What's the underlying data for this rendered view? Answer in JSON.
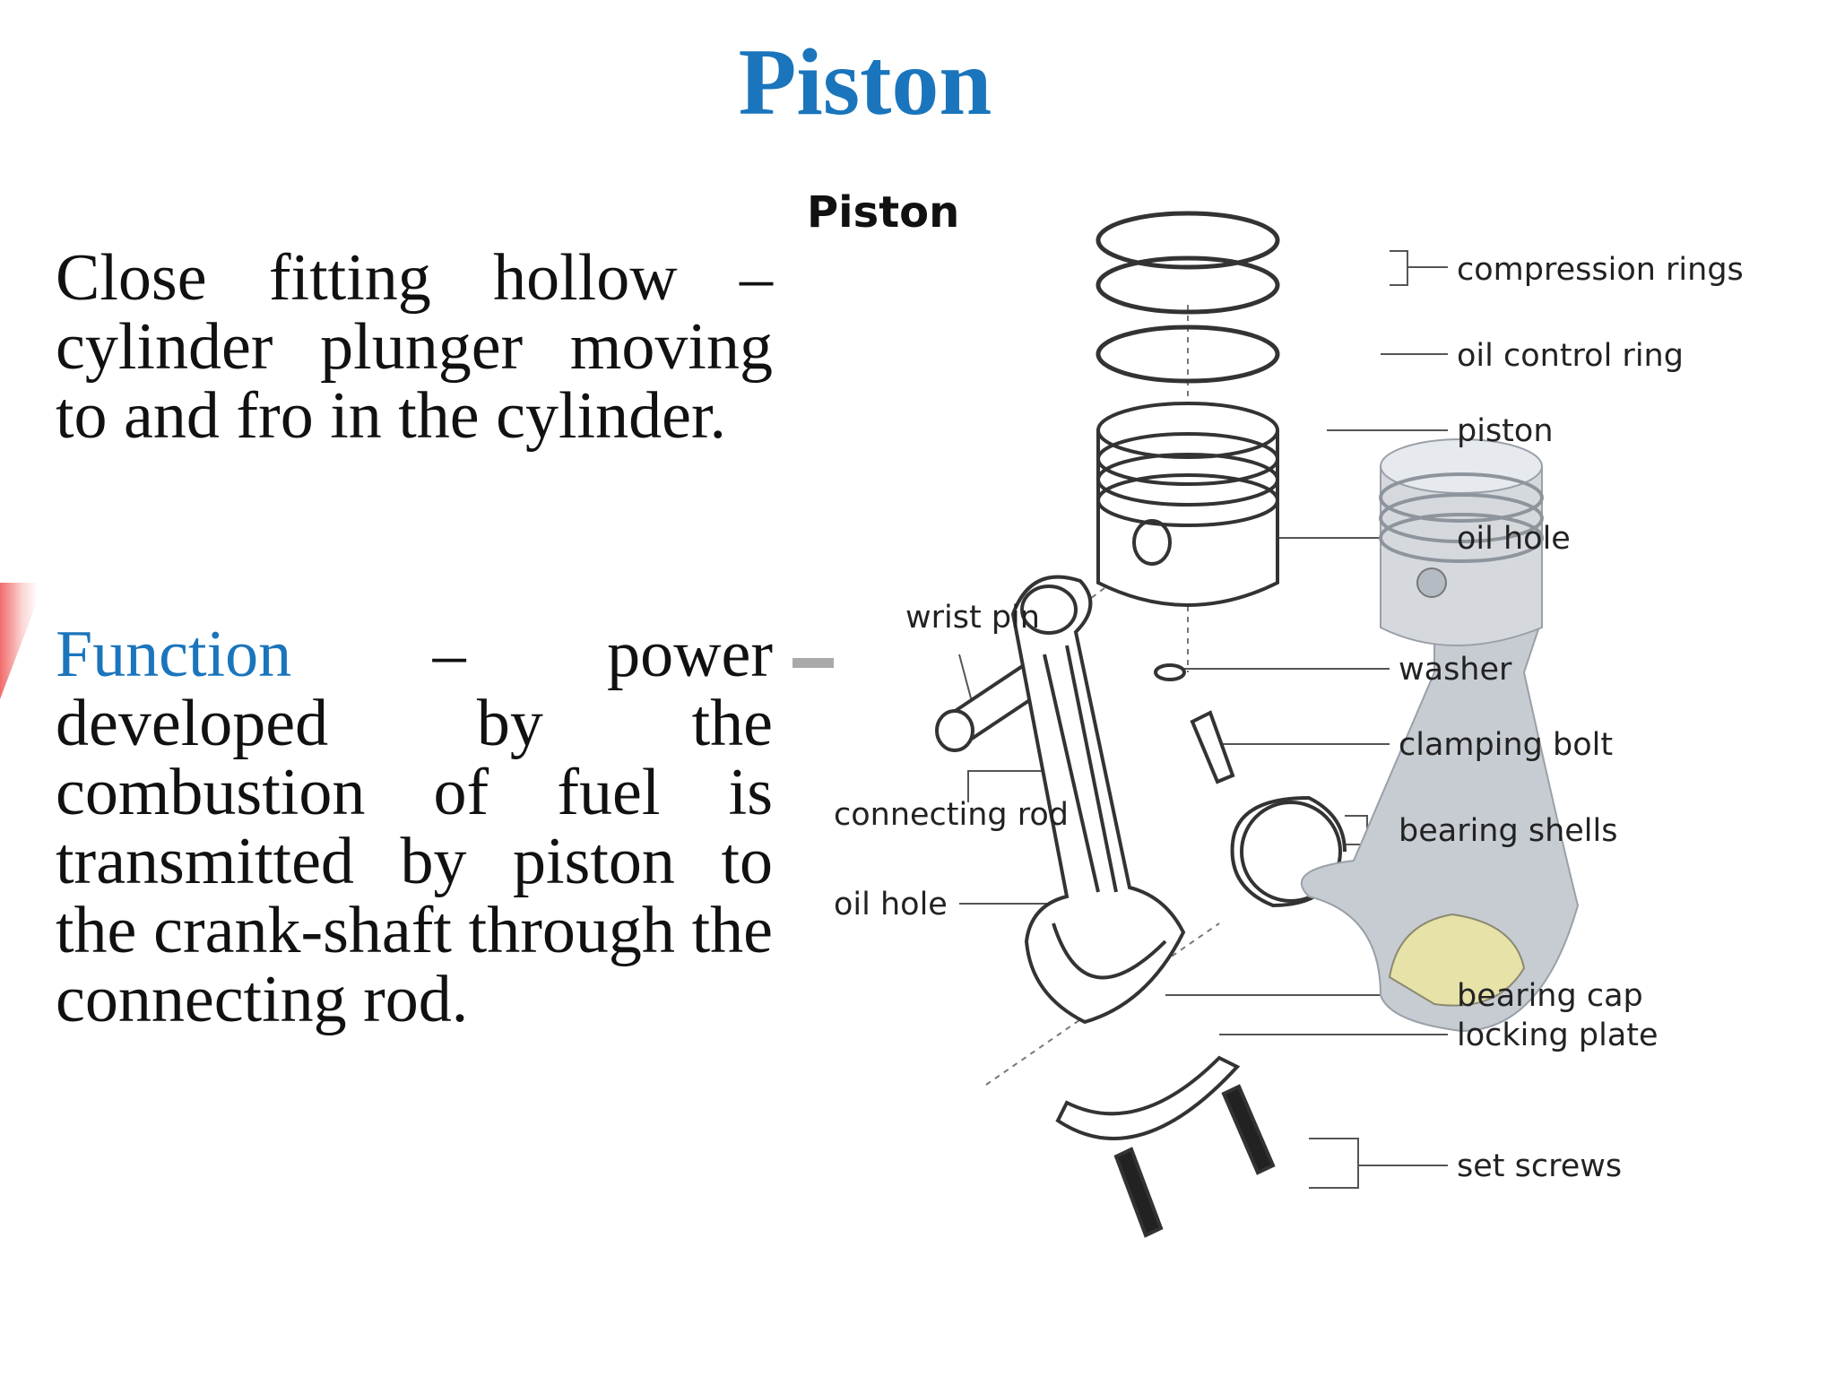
{
  "slide": {
    "title": "Piston",
    "para1": "Close fitting hollow – cylinder plunger moving to and fro in the cylinder.",
    "para2_keyword": "Function",
    "para2_rest": " – power developed by the combustion of fuel is transmitted by piston to the crank-shaft through the connecting rod."
  },
  "diagram": {
    "title": "Piston",
    "labels": {
      "compression_rings": "compression rings",
      "oil_control_ring": "oil control ring",
      "piston": "piston",
      "oil_hole_right": "oil hole",
      "washer": "washer",
      "clamping_bolt": "clamping bolt",
      "bearing_shells": "bearing shells",
      "bearing_cap": "bearing cap",
      "locking_plate": "locking plate",
      "set_screws": "set screws",
      "wrist_pin": "wrist pin",
      "connecting_rod": "connecting rod",
      "oil_hole_left": "oil hole"
    }
  },
  "colors": {
    "title": "#1a75bc",
    "keyword": "#1a75bc",
    "accent": "#f26b6b"
  }
}
